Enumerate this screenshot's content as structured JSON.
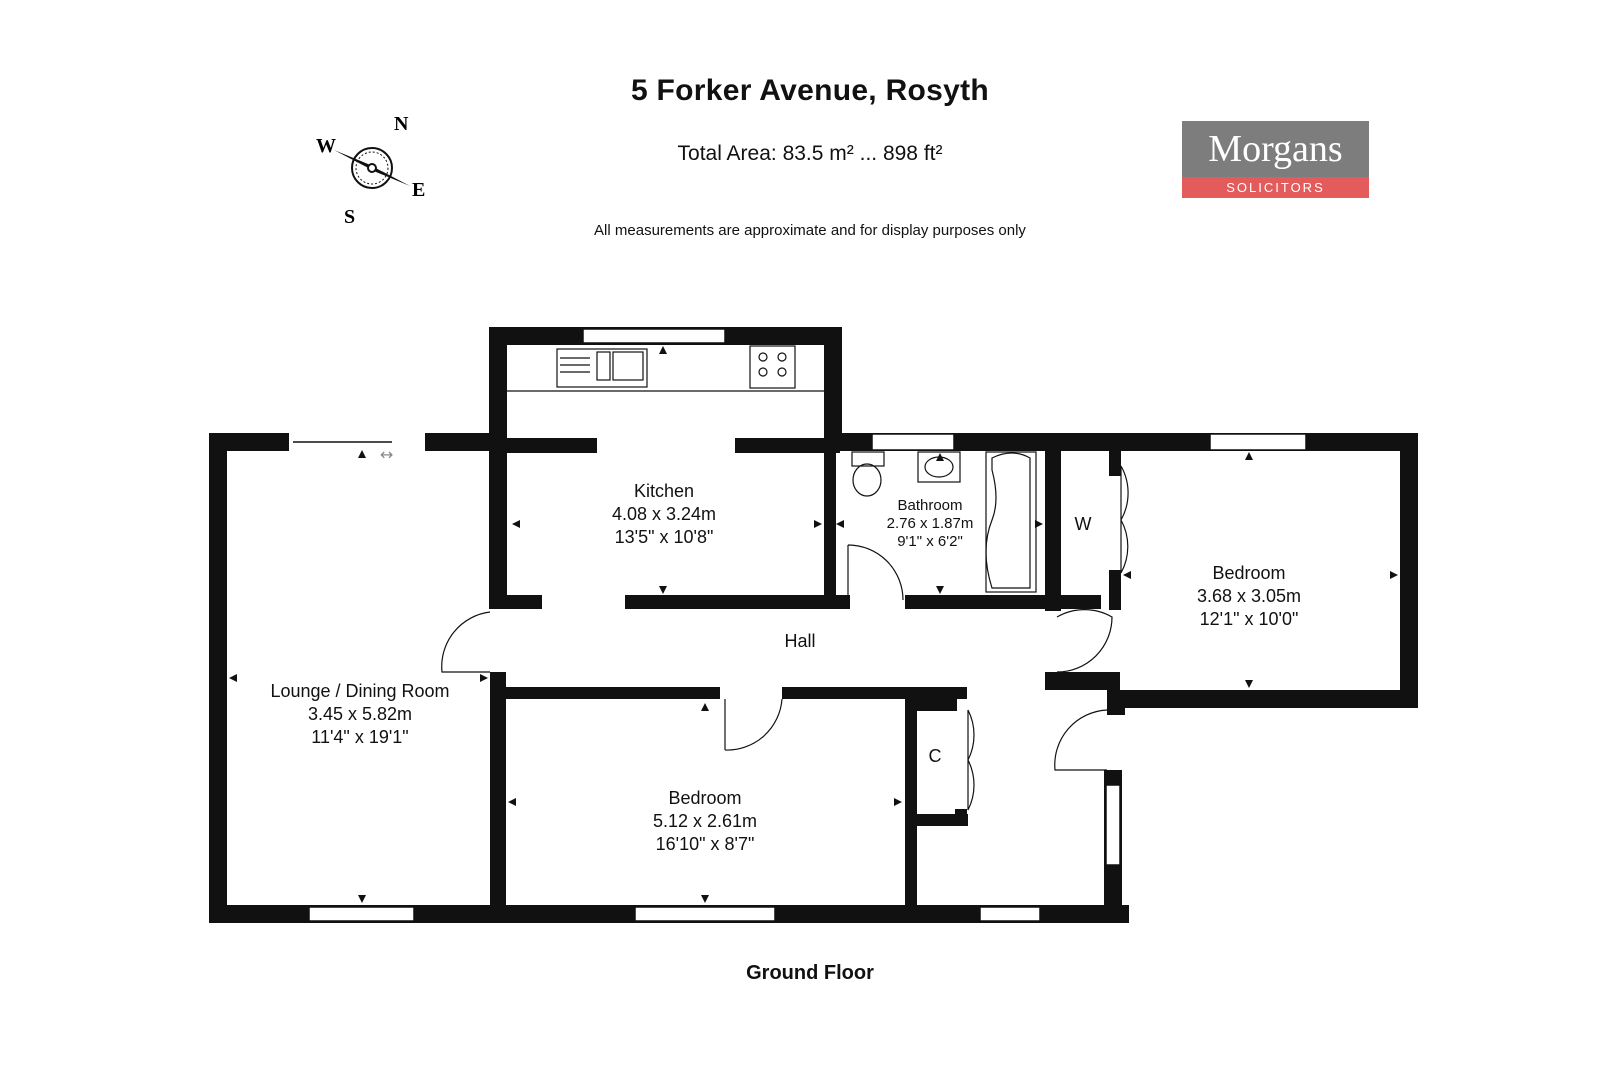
{
  "header": {
    "title": "5 Forker Avenue, Rosyth",
    "total_area": "Total Area: 83.5 m² ... 898 ft²",
    "disclaimer": "All measurements are approximate and for display purposes only"
  },
  "logo": {
    "name": "Morgans",
    "tagline": "SOLICITORS",
    "colors": {
      "top": "#7d7d7d",
      "bottom": "#e35b5b"
    }
  },
  "compass": {
    "n": "N",
    "e": "E",
    "s": "S",
    "w": "W"
  },
  "rooms": {
    "kitchen": {
      "name": "Kitchen",
      "metric": "4.08 x 3.24m",
      "imperial": "13'5\" x 10'8\""
    },
    "bathroom": {
      "name": "Bathroom",
      "metric": "2.76 x 1.87m",
      "imperial": "9'1\" x 6'2\""
    },
    "bedroom_east": {
      "name": "Bedroom",
      "metric": "3.68 x 3.05m",
      "imperial": "12'1\" x 10'0\""
    },
    "lounge": {
      "name": "Lounge / Dining Room",
      "metric": "3.45 x 5.82m",
      "imperial": "11'4\" x 19'1\""
    },
    "bedroom_south": {
      "name": "Bedroom",
      "metric": "5.12 x 2.61m",
      "imperial": "16'10\" x 8'7\""
    },
    "hall": {
      "name": "Hall"
    },
    "wardrobe": {
      "name": "W"
    },
    "cupboard": {
      "name": "C"
    }
  },
  "floor_label": "Ground Floor",
  "colors": {
    "wall": "#111111",
    "window": "#ffffff"
  }
}
